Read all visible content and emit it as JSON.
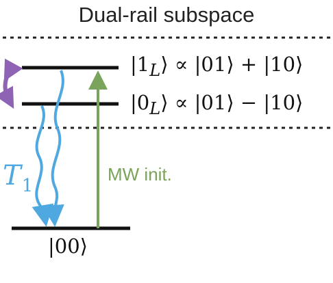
{
  "title": "Dual-rail subspace",
  "levels": {
    "one_L": "|1_L⟩ ∝ |01⟩ + |10⟩",
    "zero_L": "|0_L⟩ ∝ |01⟩ − |10⟩",
    "ground": "|00⟩"
  },
  "labels": {
    "decay_symbol": "T",
    "decay_subscript": "1",
    "init": "MW init."
  },
  "colors": {
    "decay": "#4fa8df",
    "init": "#7aa35c",
    "swap": "#8e63b4",
    "text": "#111111"
  }
}
